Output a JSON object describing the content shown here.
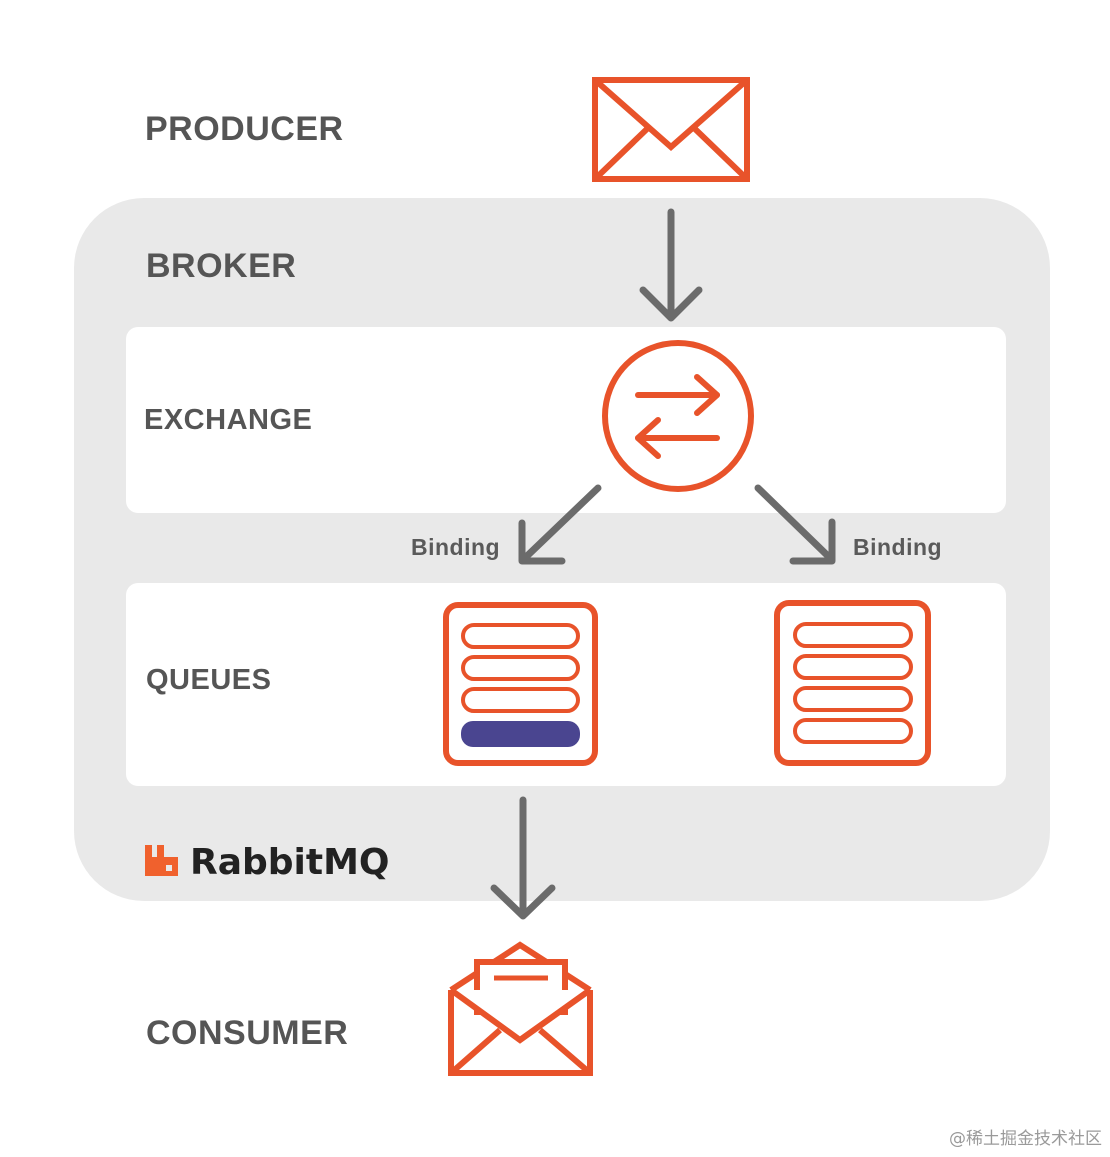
{
  "labels": {
    "producer": "PRODUCER",
    "broker": "BROKER",
    "exchange": "EXCHANGE",
    "binding_left": "Binding",
    "binding_right": "Binding",
    "queues": "QUEUES",
    "consumer": "CONSUMER"
  },
  "brand": {
    "name": "RabbitMQ",
    "icon": "rabbitmq-logo-icon"
  },
  "watermark": "@稀土掘金技术社区",
  "colors": {
    "accent": "#e8532a",
    "arrow": "#6b6b6b",
    "broker_bg": "#e9e9e9",
    "lane_bg": "#ffffff",
    "message_fill": "#4a4590",
    "label": "#555555"
  },
  "icons": {
    "producer": "envelope-icon",
    "exchange": "exchange-swap-icon",
    "queue_left": "queue-icon",
    "queue_right": "queue-icon",
    "consumer": "open-envelope-icon"
  }
}
